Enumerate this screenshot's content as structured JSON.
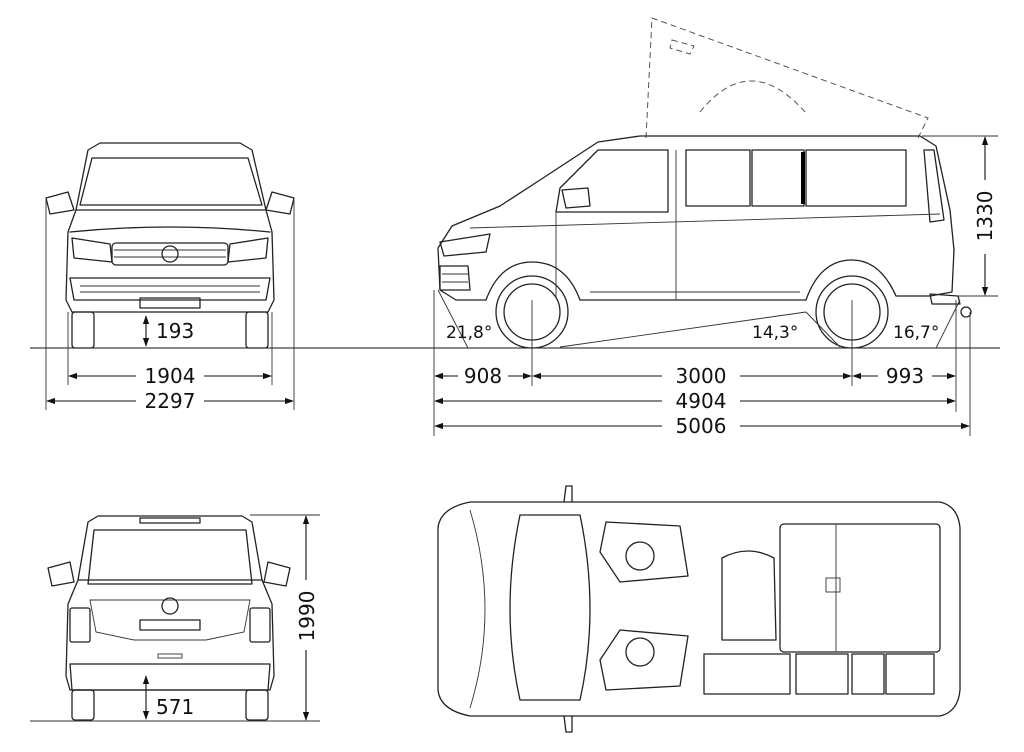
{
  "dimensions": {
    "ground_clearance": "193",
    "track_width": "1904",
    "overall_width_mirrors": "2297",
    "front_overhang": "908",
    "wheelbase": "3000",
    "rear_overhang": "993",
    "length": "4904",
    "length_with_towbar": "5006",
    "height": "1330",
    "height_rear": "1990",
    "rear_ground_clearance": "571"
  },
  "angles": {
    "approach": "21,8°",
    "ramp_breakover": "14,3°",
    "departure": "16,7°"
  },
  "colors": {
    "line": "#222222",
    "background": "#ffffff",
    "sliding_roof_dashed": "#555555"
  }
}
